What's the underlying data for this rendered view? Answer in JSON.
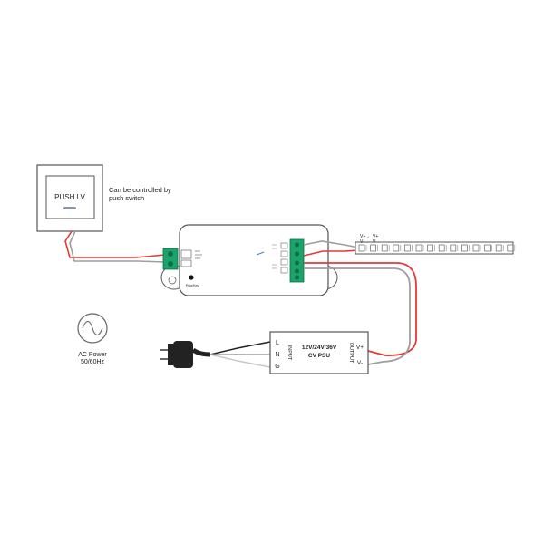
{
  "switch_panel": {
    "button_label": "PUSH LV",
    "caption_line1": "Can be controlled by",
    "caption_line2": "push switch"
  },
  "ac_power": {
    "line1": "AC Power",
    "line2": "50/60Hz"
  },
  "psu": {
    "title_line1": "12V/24V/36V",
    "title_line2": "CV PSU",
    "input_label": "INPUT",
    "output_label": "OUTPUT",
    "input_terminals": [
      "L",
      "N",
      "G"
    ],
    "output_terminals": [
      "V+",
      "V-"
    ]
  },
  "led_strip": {
    "pos_label": "V+",
    "neg_label": "V-",
    "pos_arrow": "V+→",
    "neg_arrow": "V-→"
  },
  "controller": {
    "button_caption": "Prog/Key"
  },
  "colors": {
    "red_wire": "#e53935",
    "grey_wire": "#9e9e9e",
    "black_wire": "#222222",
    "terminal_green": "#1aa36b"
  }
}
